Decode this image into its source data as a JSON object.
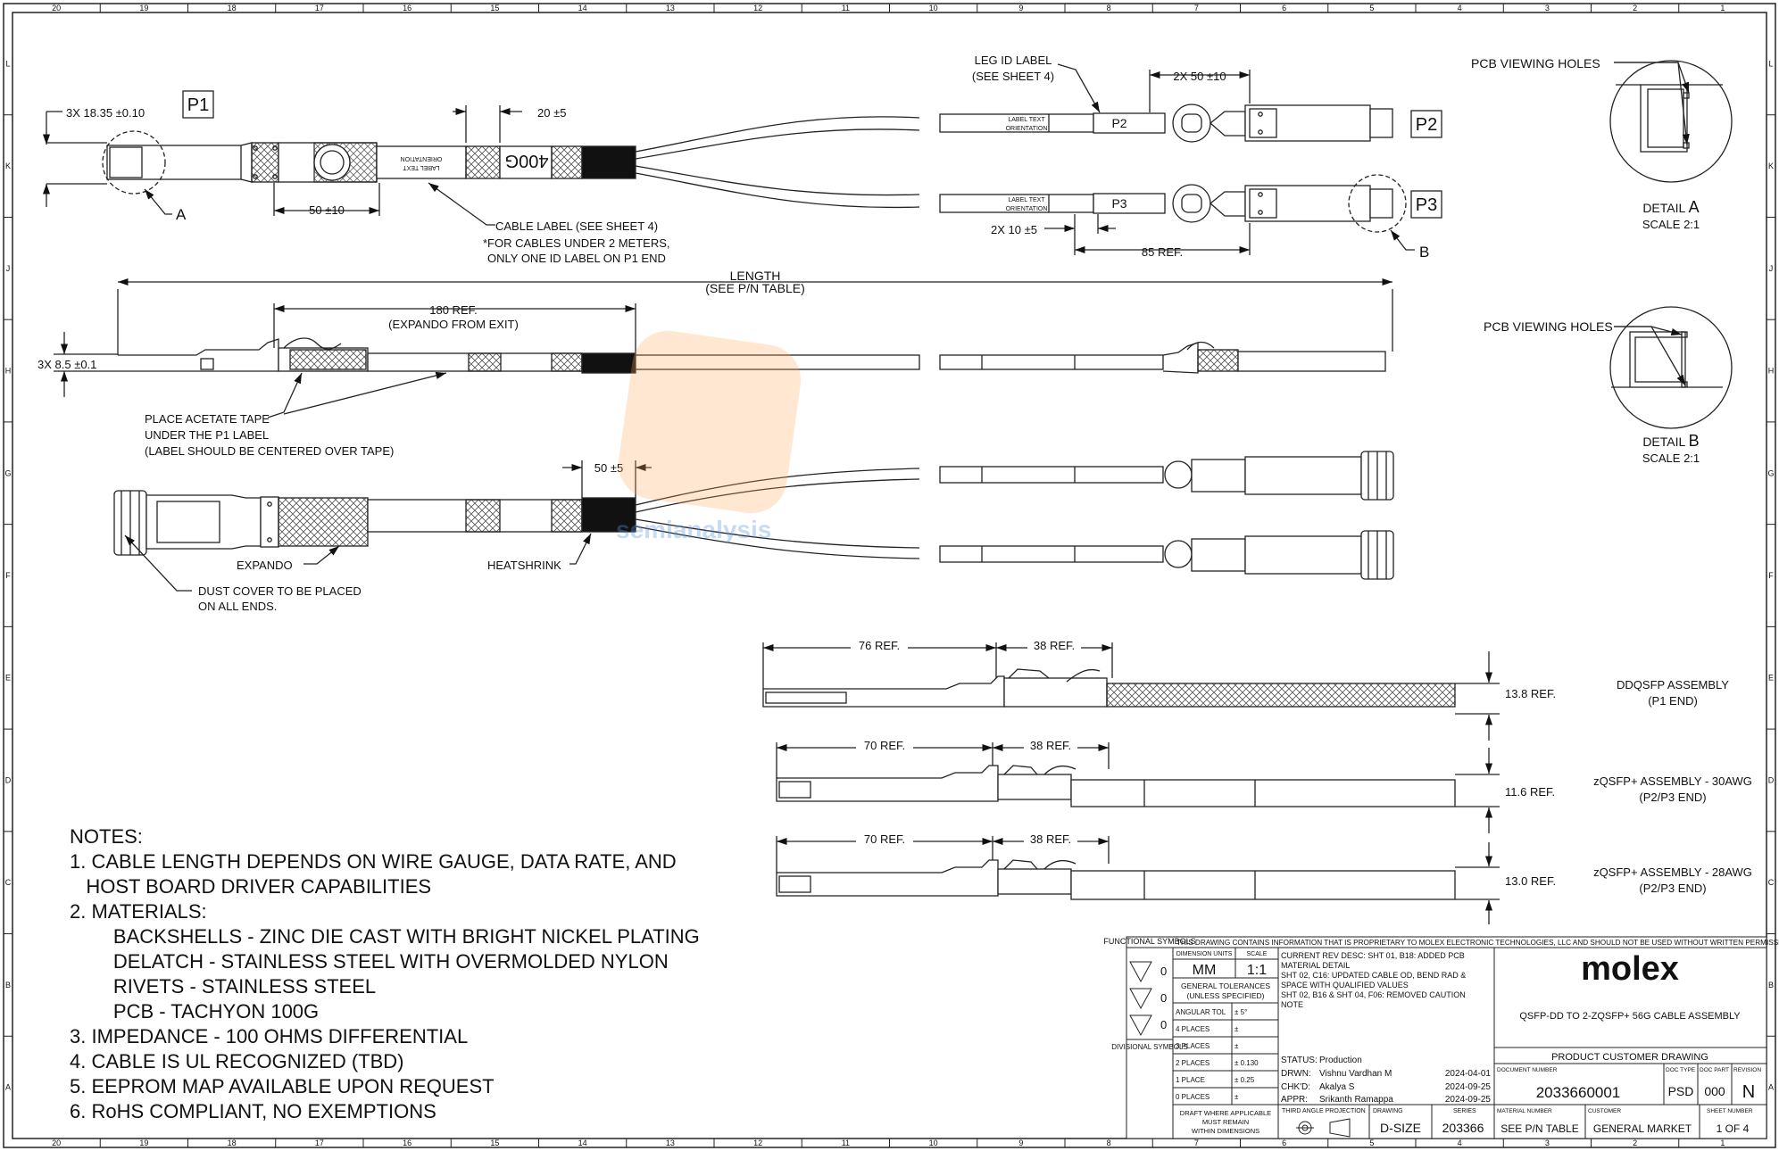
{
  "frame": {
    "columns": [
      "20",
      "19",
      "18",
      "17",
      "16",
      "15",
      "14",
      "13",
      "12",
      "11",
      "10",
      "9",
      "8",
      "7",
      "6",
      "5",
      "4",
      "3",
      "2",
      "1"
    ],
    "rows": [
      "L",
      "K",
      "J",
      "H",
      "G",
      "F",
      "E",
      "D",
      "C",
      "B",
      "A"
    ]
  },
  "top_view": {
    "p1_tag": "P1",
    "p2_tag": "P2",
    "p3_tag": "P3",
    "dim_3x": "3X 18.35 ±0.10",
    "dim_20": "20 ±5",
    "dim_50": "50 ±10",
    "detail_a_callout": "A",
    "detail_b_callout": "B",
    "cable_label_1": "CABLE LABEL (SEE SHEET 4)",
    "cable_label_2": "*FOR CABLES UNDER 2 METERS,",
    "cable_label_3": "ONLY ONE ID LABEL ON P1 END",
    "label_orient_1": "LABEL TEXT",
    "label_orient_2": "ORIENTATION",
    "label_400g": "400G",
    "leg_id_1": "LEG ID LABEL",
    "leg_id_2": "(SEE SHEET 4)",
    "dim_2x50": "2X 50 ±10",
    "dim_2x10": "2X 10 ±5",
    "dim_85": "85 REF.",
    "leg_p2": "P2",
    "leg_p3": "P3"
  },
  "side_view": {
    "length_1": "LENGTH",
    "length_2": "(SEE P/N TABLE)",
    "dim_180_1": "180 REF.",
    "dim_180_2": "(EXPANDO FROM EXIT)",
    "dim_3x85": "3X 8.5 ±0.1",
    "tape_1": "PLACE ACETATE TAPE",
    "tape_2": "UNDER THE P1 LABEL",
    "tape_3": "(LABEL SHOULD BE CENTERED OVER TAPE)"
  },
  "bottom_view": {
    "dim_50": "50 ±5",
    "expando": "EXPANDO",
    "heatshrink": "HEATSHRINK",
    "dust_1": "DUST COVER TO BE PLACED",
    "dust_2": "ON ALL ENDS."
  },
  "details": {
    "pcb_holes": "PCB VIEWING HOLES",
    "detail_a_1": "DETAIL",
    "detail_a_letter": "A",
    "detail_a_scale": "SCALE 2:1",
    "detail_b_1": "DETAIL",
    "detail_b_letter": "B",
    "detail_b_scale": "SCALE 2:1"
  },
  "assemblies": [
    {
      "left_dim": "76 REF.",
      "right_dim": "38 REF.",
      "height": "13.8 REF.",
      "name_1": "DDQSFP ASSEMBLY",
      "name_2": "(P1 END)"
    },
    {
      "left_dim": "70 REF.",
      "right_dim": "38 REF.",
      "height": "11.6 REF.",
      "name_1": "zQSFP+ ASSEMBLY - 30AWG",
      "name_2": "(P2/P3 END)"
    },
    {
      "left_dim": "70 REF.",
      "right_dim": "38 REF.",
      "height": "13.0 REF.",
      "name_1": "zQSFP+ ASSEMBLY - 28AWG",
      "name_2": "(P2/P3 END)"
    }
  ],
  "notes": [
    "NOTES:",
    "1. CABLE LENGTH DEPENDS ON WIRE GAUGE, DATA RATE, AND",
    "   HOST BOARD DRIVER CAPABILITIES",
    "2. MATERIALS:",
    "        BACKSHELLS - ZINC DIE CAST WITH BRIGHT NICKEL PLATING",
    "        DELATCH - STAINLESS STEEL WITH OVERMOLDED NYLON",
    "        RIVETS - STAINLESS STEEL",
    "        PCB - TACHYON 100G",
    "3. IMPEDANCE - 100 OHMS DIFFERENTIAL",
    "4. CABLE IS UL RECOGNIZED (TBD)",
    "5. EEPROM MAP AVAILABLE UPON REQUEST",
    "6. RoHS COMPLIANT, NO EXEMPTIONS"
  ],
  "title_block": {
    "proprietary": "THIS DRAWING CONTAINS INFORMATION THAT IS PROPRIETARY TO MOLEX ELECTRONIC TECHNOLOGIES, LLC AND SHOULD NOT BE USED WITHOUT WRITTEN PERMISSION",
    "functional_symbols": "FUNCTIONAL SYMBOLS",
    "divisional_symbols": "DIVISIONAL SYMBOLS",
    "sym_values": [
      "0",
      "0",
      "0"
    ],
    "dimension_units_label": "DIMENSION UNITS",
    "dimension_units": "MM",
    "scale_label": "SCALE",
    "scale": "1:1",
    "general_tol_1": "GENERAL TOLERANCES",
    "general_tol_2": "(UNLESS SPECIFIED)",
    "tolerances": [
      {
        "label": "ANGULAR TOL",
        "value": "±    5°"
      },
      {
        "label": "4 PLACES",
        "value": "±"
      },
      {
        "label": "3 PLACES",
        "value": "±"
      },
      {
        "label": "2 PLACES",
        "value": "±  0.130"
      },
      {
        "label": "1 PLACE",
        "value": "±  0.25"
      },
      {
        "label": "0 PLACES",
        "value": "±"
      }
    ],
    "draft_note": [
      "DRAFT WHERE APPLICABLE",
      "MUST REMAIN",
      "WITHIN DIMENSIONS"
    ],
    "rev_desc": [
      "CURRENT REV DESC: SHT 01, B18: ADDED PCB",
      "MATERIAL DETAIL",
      "SHT 02, C16: UPDATED CABLE OD, BEND RAD &",
      "SPACE WITH QUALIFIED VALUES",
      "SHT 02, B16 & SHT 04, F06: REMOVED CAUTION",
      "NOTE"
    ],
    "status_label": "STATUS:",
    "status": "Production",
    "drwn_label": "DRWN:",
    "drwn_name": "Vishnu Vardhan M",
    "drwn_date": "2024-04-01",
    "chkd_label": "CHK'D:",
    "chkd_name": "Akalya S",
    "chkd_date": "2024-09-25",
    "appr_label": "APPR:",
    "appr_name": "Srikanth Ramappa",
    "appr_date": "2024-09-25",
    "projection_label": "THIRD ANGLE PROJECTION",
    "drawing_label": "DRAWING",
    "drawing_size": "D-SIZE",
    "series_label": "SERIES",
    "series": "203366",
    "company": "molex",
    "product_title": "QSFP-DD TO 2-ZQSFP+ 56G CABLE ASSEMBLY",
    "drawing_type": "PRODUCT CUSTOMER DRAWING",
    "doc_number_label": "DOCUMENT NUMBER",
    "doc_number": "2033660001",
    "doc_type_label": "DOC TYPE",
    "doc_type": "PSD",
    "doc_part_label": "DOC PART",
    "doc_part": "000",
    "revision_label": "REVISION",
    "revision": "N",
    "material_number_label": "MATERIAL NUMBER",
    "material_number": "SEE P/N TABLE",
    "customer_label": "CUSTOMER",
    "customer": "GENERAL MARKET",
    "sheet_number_label": "SHEET NUMBER",
    "sheet_number": "1 OF 4"
  },
  "watermark": "semianalysis"
}
